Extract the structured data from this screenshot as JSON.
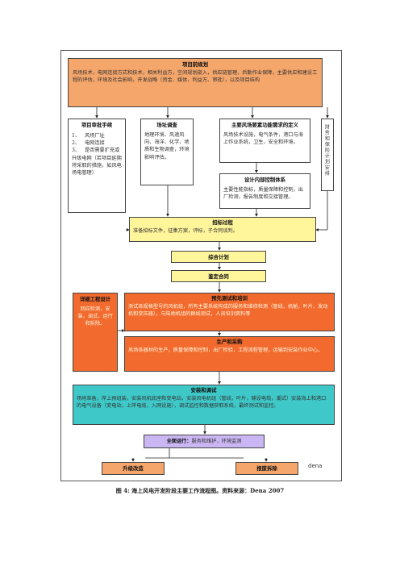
{
  "pre_planning": {
    "title": "项目前规划",
    "body": "风场技术，电网连接方式和技术，相关利益方，空间规划嵌入，供应链管理，后勤作业保障，主要供应和建设工程的评估，环境及社会影响，开发战略（资金、媒体、利益方、审批），以及项目结构"
  },
  "approval": {
    "title": "项目审批手续",
    "items": [
      {
        "num": "1、",
        "text": "风场厂址"
      },
      {
        "num": "2、",
        "text": "电网连接"
      },
      {
        "num": "3、",
        "text": "是否需要扩充或升级电网（若项目延期将采取的措施，如风电场电管理）"
      }
    ]
  },
  "site_survey": {
    "title": "场址调查",
    "body": "地理环境、风速风向、海洋、化学、地质和生物调查，环境影响评估。"
  },
  "functional_requirements": {
    "title": "主要风场要素功能需求的定义",
    "body": "风场技术设施，电气条件，港口与海上作业系统，卫生、安全和环境。"
  },
  "internal_control": {
    "title": "设计内部控制体系",
    "body": "主要性能指标，质量保障和控制，出厂检测，报告制度和交接管理。"
  },
  "finance": {
    "text": "财务和保险计划安排"
  },
  "tender": {
    "title": "招标过程",
    "body": "准备招标文件，征集方案，评标，子合同谈判。"
  },
  "integrated_plan": {
    "title": "综合计划"
  },
  "contract": {
    "title": "鉴定合同"
  },
  "detailed_design": {
    "title": "详细工程设计",
    "body": "回应检测，安装，调试，运行和拆除。"
  },
  "pre_testing": {
    "title": "预先测试和培训",
    "body": "测试各规格型号的风机组，所有主要系统构成的服务和维修检测（管线，机舱，叶片，发动机和变压器），与陆地机组的群线测试，人员培训资料等"
  },
  "production": {
    "title": "生产和采购",
    "body": "风场各器材的生产，质量保障和控制，出厂检验，工程流程管理，运输到安装作业中心。"
  },
  "installation": {
    "title": "安装和调试",
    "body": "场地准备，岸上预组装，安装风机底座和变电站，安装风电机组（管线，叶片，辅设电缆，潮试）安装海上和港口的电气设备（变电站，上岸电缆，入网设施），调试监控和数据获取系统，最终测试和监控。"
  },
  "operation": {
    "title": "全面运行：",
    "body": "服务和维护，环境监测"
  },
  "upgrade": {
    "title": "升级改造"
  },
  "decommission": {
    "title": "报废拆除"
  },
  "source_mark": "dena",
  "caption": "图 4: 海上风电开发阶段主要工作流程图。资料来源：Dena 2007"
}
